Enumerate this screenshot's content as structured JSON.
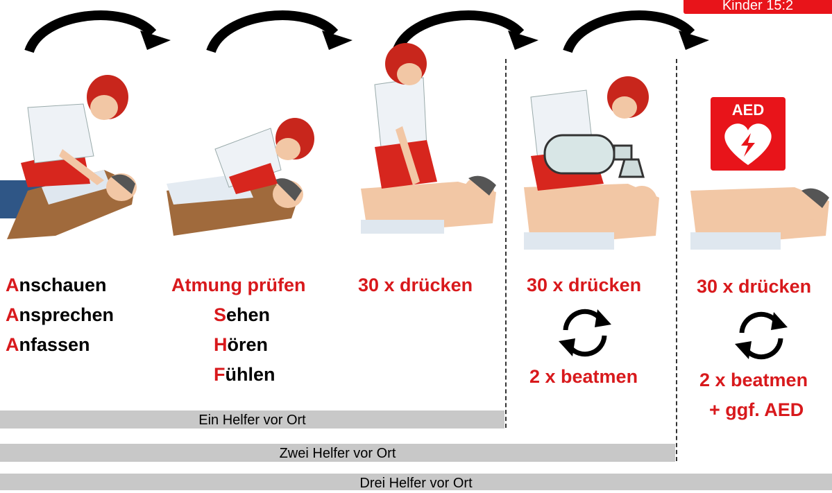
{
  "badge": {
    "kinder": "Kinder 15:2"
  },
  "steps": {
    "s1": {
      "lines": [
        {
          "first": "A",
          "rest": "nschauen"
        },
        {
          "first": "A",
          "rest": "nsprechen"
        },
        {
          "first": "A",
          "rest": "nfassen"
        }
      ]
    },
    "s2": {
      "title": "Atmung prüfen",
      "lines": [
        {
          "first": "S",
          "rest": "ehen"
        },
        {
          "first": "H",
          "rest": "ören"
        },
        {
          "first": "F",
          "rest": "ühlen"
        }
      ]
    },
    "s3": {
      "title": "30 x drücken"
    },
    "s4": {
      "title": "30 x drücken",
      "sub": "2 x beatmen"
    },
    "s5": {
      "title": "30 x drücken",
      "sub": "2 x beatmen",
      "sub2": "+ ggf. AED"
    }
  },
  "aed": {
    "label": "AED"
  },
  "bars": {
    "one": "Ein Helfer vor Ort",
    "two": "Zwei Helfer vor Ort",
    "three": "Drei Helfer vor Ort"
  },
  "colors": {
    "accent": "#d8191c",
    "bar": "#c8c8c8"
  }
}
